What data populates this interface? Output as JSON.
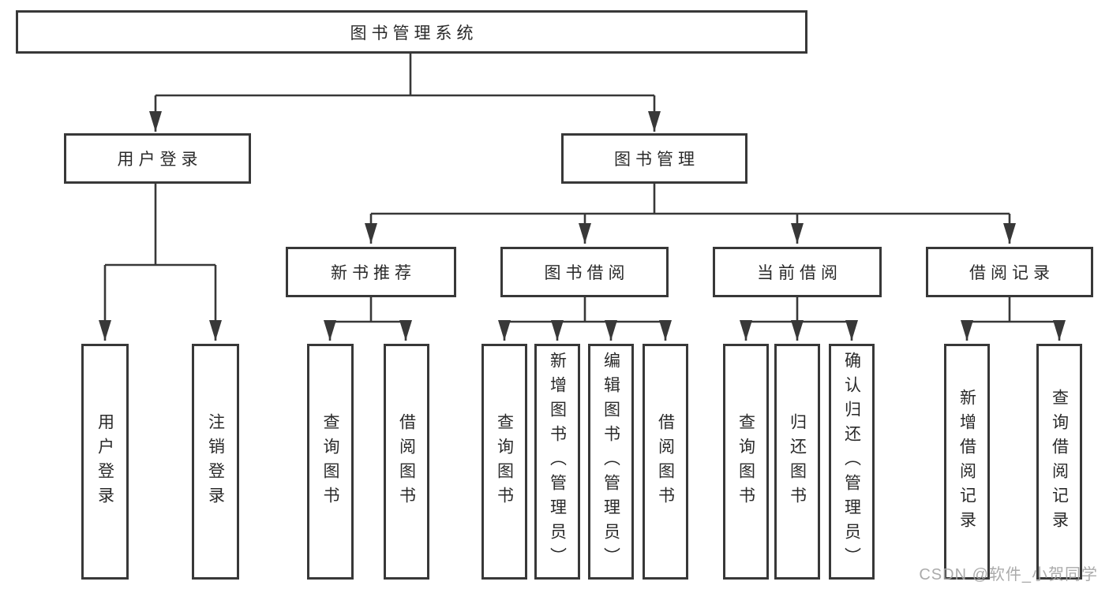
{
  "colors": {
    "line": "#383838",
    "box_border": "#383838",
    "box_fill": "#ffffff",
    "text": "#2a2a2a",
    "watermark": "#a4a4a4",
    "background": "#ffffff"
  },
  "watermark": {
    "text": "CSDN @软件_小贺同学"
  },
  "tree": {
    "root": {
      "label": "图书管理系统",
      "children": [
        {
          "label": "用户登录",
          "children": [
            {
              "label": "用户登录"
            },
            {
              "label": "注销登录"
            }
          ]
        },
        {
          "label": "图书管理",
          "children": [
            {
              "label": "新书推荐",
              "children": [
                {
                  "label": "查询图书"
                },
                {
                  "label": "借阅图书"
                }
              ]
            },
            {
              "label": "图书借阅",
              "children": [
                {
                  "label": "查询图书"
                },
                {
                  "label": "新增图书（管理员）"
                },
                {
                  "label": "编辑图书（管理员）"
                },
                {
                  "label": "借阅图书"
                }
              ]
            },
            {
              "label": "当前借阅",
              "children": [
                {
                  "label": "查询图书"
                },
                {
                  "label": "归还图书"
                },
                {
                  "label": "确认归还（管理员）"
                }
              ]
            },
            {
              "label": "借阅记录",
              "children": [
                {
                  "label": "新增借阅记录"
                },
                {
                  "label": "查询借阅记录"
                }
              ]
            }
          ]
        }
      ]
    }
  }
}
